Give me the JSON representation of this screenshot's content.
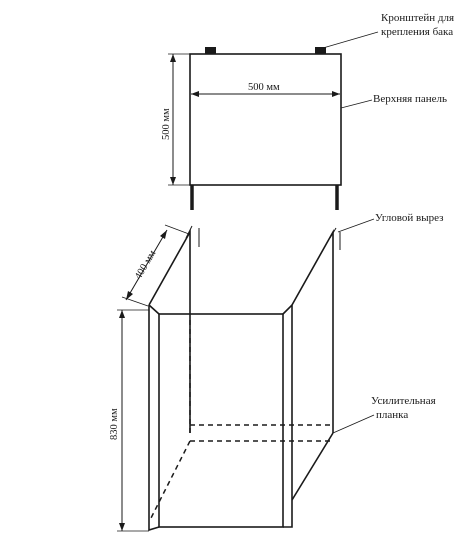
{
  "labels": {
    "bracket_line1": "Кронштейн для",
    "bracket_line2": "крепления бака",
    "top_panel": "Верхняя панель",
    "corner_cut": "Угловой вырез",
    "reinforce_line1": "Усилительная",
    "reinforce_line2": "планка"
  },
  "dimensions": {
    "panel_width": "500 мм",
    "panel_height": "500 мм",
    "wing_width": "400 мм",
    "box_height": "830 мм"
  },
  "colors": {
    "stroke": "#1a1a1a",
    "background": "#ffffff"
  }
}
